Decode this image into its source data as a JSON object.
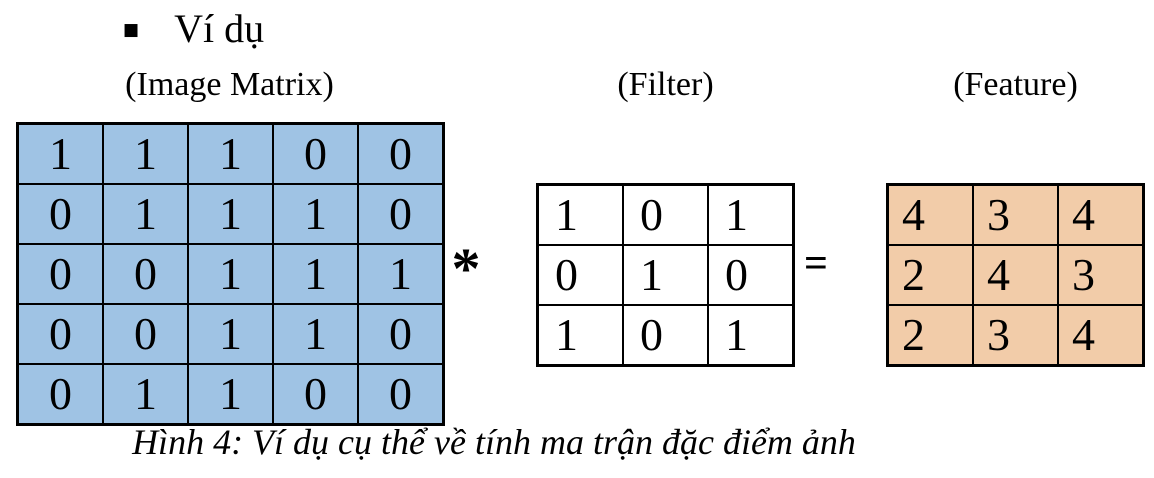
{
  "title": {
    "bullet_icon": "■",
    "text": "Ví dụ"
  },
  "labels": {
    "image_matrix": "(Image Matrix)",
    "filter": "(Filter)",
    "feature": "(Feature)"
  },
  "operators": {
    "multiply": "*",
    "equals": "="
  },
  "matrices": {
    "image": [
      [
        1,
        1,
        1,
        0,
        0
      ],
      [
        0,
        1,
        1,
        1,
        0
      ],
      [
        0,
        0,
        1,
        1,
        1
      ],
      [
        0,
        0,
        1,
        1,
        0
      ],
      [
        0,
        1,
        1,
        0,
        0
      ]
    ],
    "filter": [
      [
        1,
        0,
        1
      ],
      [
        0,
        1,
        0
      ],
      [
        1,
        0,
        1
      ]
    ],
    "feature": [
      [
        4,
        3,
        4
      ],
      [
        2,
        4,
        3
      ],
      [
        2,
        3,
        4
      ]
    ]
  },
  "colors": {
    "image_cell_bg": "#9FC3E4",
    "filter_cell_bg": "#FFFFFF",
    "feature_cell_bg": "#F2CCA9",
    "border": "#000000",
    "text": "#000000"
  },
  "caption": "Hình 4: Ví dụ cụ thể về tính ma trận đặc điểm ảnh"
}
